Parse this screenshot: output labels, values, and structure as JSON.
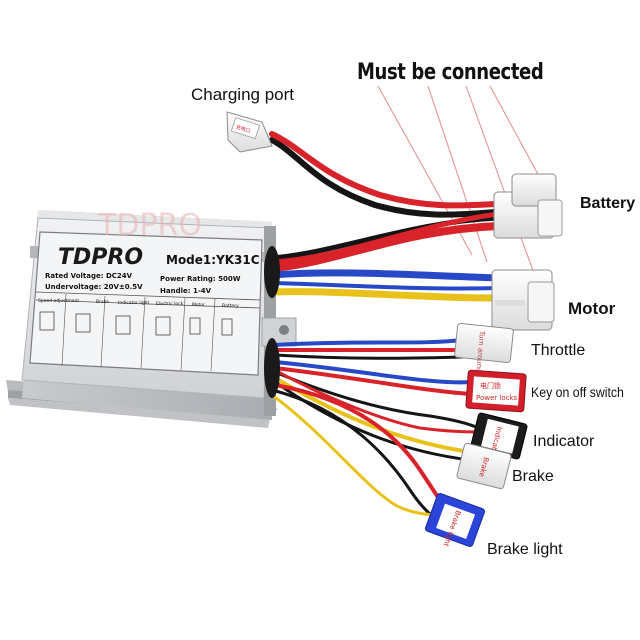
{
  "headline": "Must be connected",
  "labels": {
    "charging_port": "Charging port",
    "battery": "Battery",
    "motor": "Motor",
    "throttle": "Throttle",
    "key_switch": "Key on off switch",
    "indicator": "Indicator",
    "brake": "Brake",
    "brake_light": "Brake light"
  },
  "watermark": "TDPRO",
  "controller": {
    "brand": "TDPRO",
    "model": "Mode1:YK31C",
    "rated_voltage": "Rated Voltage: DC24V",
    "power_rating": "Power Rating: 500W",
    "undervoltage": "Undervoltage:  20V±0.5V",
    "handle": "Handle:  1-4V",
    "columns": [
      "Speed adjustment",
      "Brake",
      "Indicator light",
      "Electric lock",
      "Motor",
      "Battery"
    ]
  },
  "connector_text": {
    "throttle": "Turn around",
    "key_switch_cn": "电门锁",
    "key_switch_en": "Power locks",
    "indicator": "Indicator",
    "brake": "Brake",
    "brake_light": "Brake light"
  },
  "colors": {
    "red": "#d9232a",
    "black": "#151515",
    "blue": "#2749c8",
    "yellow": "#e8c21b",
    "white_wire": "#f4f4f4",
    "callout": "#e88a8a",
    "housing": "#d8d9db"
  }
}
